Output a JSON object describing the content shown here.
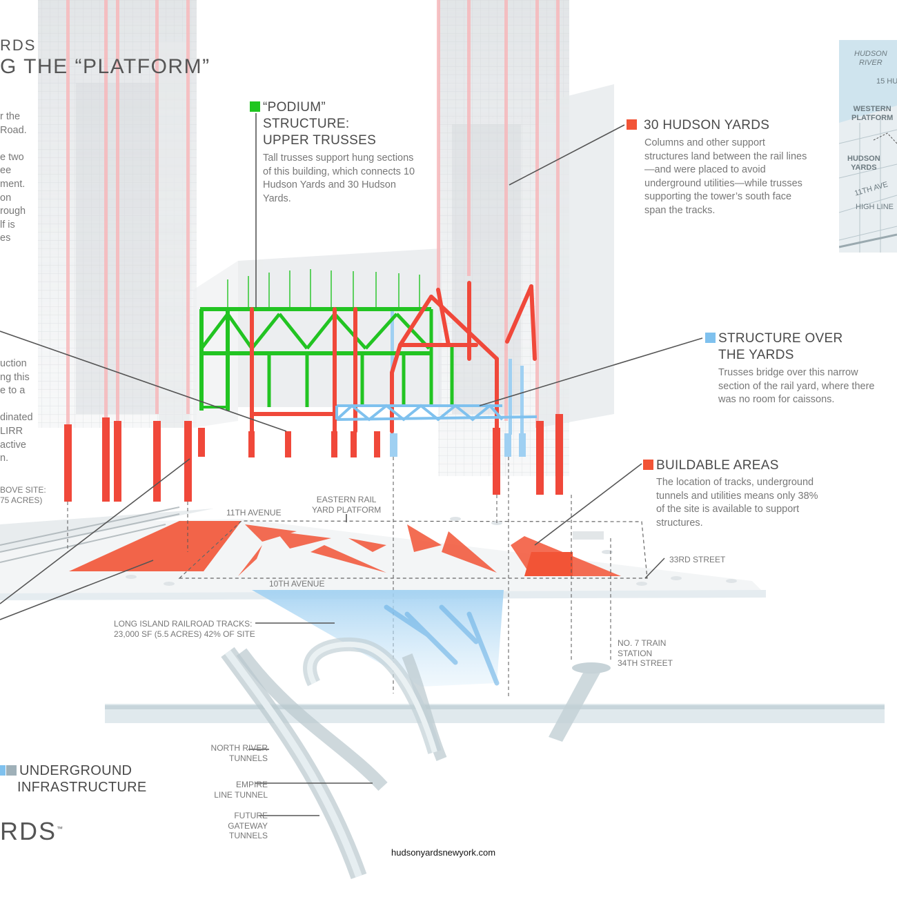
{
  "title": {
    "line1": "RDS",
    "line2": "G THE “PLATFORM”"
  },
  "left_fragments": [
    "r the",
    "Road.",
    "",
    "e two",
    "ee",
    "ment.",
    "on",
    "rough",
    "lf is",
    "es"
  ],
  "left_fragments_2": [
    "uction",
    "ng this",
    "e to a",
    "",
    "dinated",
    "LIRR",
    "active",
    "n."
  ],
  "site_fragment": [
    "BOVE SITE:",
    "75 ACRES)"
  ],
  "podium": {
    "color": "#1fc61f",
    "heading": [
      "“PODIUM”",
      "STRUCTURE:",
      "UPPER TRUSSES"
    ],
    "body": "Tall trusses support hung sections of this building, which connects 10 Hudson Yards and 30 Hudson Yards."
  },
  "hudson30": {
    "color": "#f25436",
    "heading": "30 HUDSON YARDS",
    "body": "Columns and other support structures land between the rail lines—and were placed to avoid underground utilities—while trusses supporting the tower’s south face span the tracks."
  },
  "structure_over": {
    "color": "#7fc1ee",
    "heading": [
      "STRUCTURE OVER",
      "THE YARDS"
    ],
    "body": "Trusses bridge over this narrow section of the rail yard, where there was no room for caissons."
  },
  "buildable": {
    "color": "#f25436",
    "heading": "BUILDABLE AREAS",
    "body": "The location of tracks, underground tunnels and utilities means only 38% of the site is available to support structures."
  },
  "labels": {
    "eleventh_ave": "11TH AVENUE",
    "eastern_rail": [
      "EASTERN RAIL",
      "YARD PLATFORM"
    ],
    "tenth_ave": "10TH AVENUE",
    "thirty_third": "33RD STREET",
    "lirr": [
      "LONG ISLAND RAILROAD TRACKS:",
      "23,000 SF (5.5 ACRES) 42% OF SITE"
    ],
    "no7": [
      "NO. 7 TRAIN",
      "STATION",
      "34TH STREET"
    ],
    "north_river": [
      "NORTH RIVER",
      "TUNNELS"
    ],
    "empire": [
      "EMPIRE",
      "LINE TUNNEL"
    ],
    "gateway": [
      "FUTURE",
      "GATEWAY",
      "TUNNELS"
    ]
  },
  "underground": {
    "colors": [
      "#7fc1ee",
      "#9fb0b8"
    ],
    "heading": [
      "UNDERGROUND",
      "INFRASTRUCTURE"
    ]
  },
  "logo": {
    "text": "RDS",
    "tm": "™"
  },
  "website": "hudsonyardsnewyork.com",
  "map": {
    "labels": [
      "HUDSON",
      "RIVER",
      "15 HU",
      "WESTERN",
      "PLATFORM",
      "HUDSON",
      "YARDS",
      "11TH AVE",
      "HIGH LINE"
    ]
  }
}
